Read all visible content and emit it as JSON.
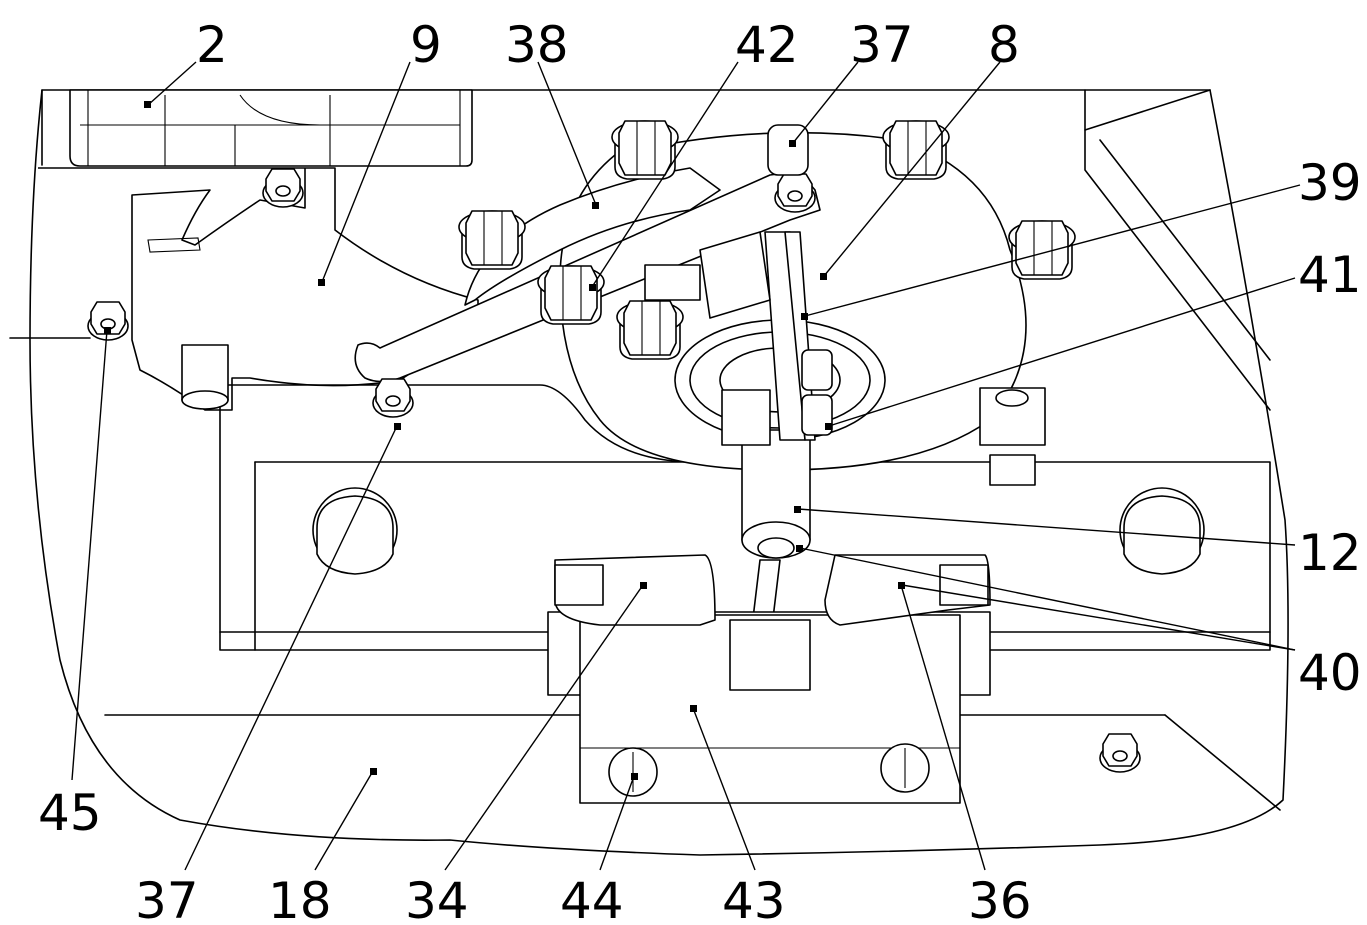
{
  "figure": {
    "type": "technical-drawing",
    "line_color": "#000000",
    "background_color": "#ffffff"
  },
  "labels": [
    {
      "id": "label-2-top",
      "text": "2"
    },
    {
      "id": "label-9-top",
      "text": "9"
    },
    {
      "id": "label-38-top",
      "text": "38"
    },
    {
      "id": "label-42-top",
      "text": "42"
    },
    {
      "id": "label-37-top",
      "text": "37"
    },
    {
      "id": "label-8-top",
      "text": "8"
    },
    {
      "id": "label-39-right",
      "text": "39"
    },
    {
      "id": "label-41-right",
      "text": "41"
    },
    {
      "id": "label-12-right",
      "text": "12"
    },
    {
      "id": "label-40-right",
      "text": "40"
    },
    {
      "id": "label-45-left",
      "text": "45"
    },
    {
      "id": "label-37-bottom",
      "text": "37"
    },
    {
      "id": "label-18-bottom",
      "text": "18"
    },
    {
      "id": "label-34-bottom",
      "text": "34"
    },
    {
      "id": "label-44-bottom",
      "text": "44"
    },
    {
      "id": "label-43-bottom",
      "text": "43"
    },
    {
      "id": "label-36-bottom",
      "text": "36"
    }
  ]
}
